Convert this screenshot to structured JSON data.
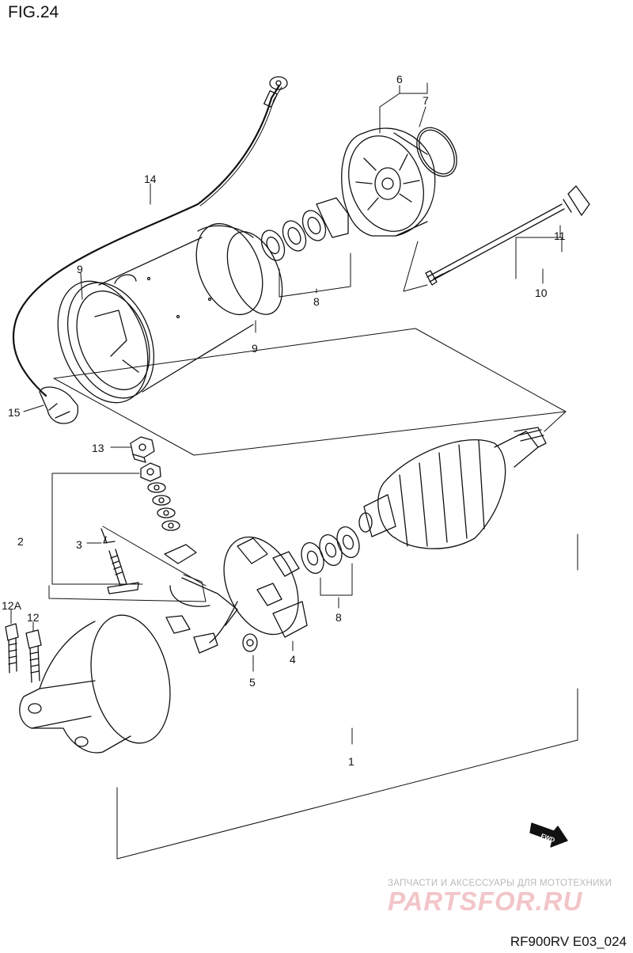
{
  "figure_title": "FIG.24",
  "reference_code": "RF900RV E03_024",
  "watermark": {
    "tagline": "ЗАПЧАСТИ И АКСЕССУАРЫ ДЛЯ МОТОТЕХНИКИ",
    "logo": "PARTSFOR.RU"
  },
  "direction_marker": "FWD",
  "callouts": {
    "c1": "1",
    "c2": "2",
    "c3": "3",
    "c4": "4",
    "c5": "5",
    "c6": "6",
    "c7": "7",
    "c8a": "8",
    "c8b": "8",
    "c9a": "9",
    "c9b": "9",
    "c10": "10",
    "c11": "11",
    "c12": "12",
    "c12a": "12A",
    "c13": "13",
    "c14": "14",
    "c15": "15"
  },
  "colors": {
    "line": "#111111",
    "watermark_logo": "#f2c5c9",
    "watermark_text": "#b9b9b9"
  }
}
